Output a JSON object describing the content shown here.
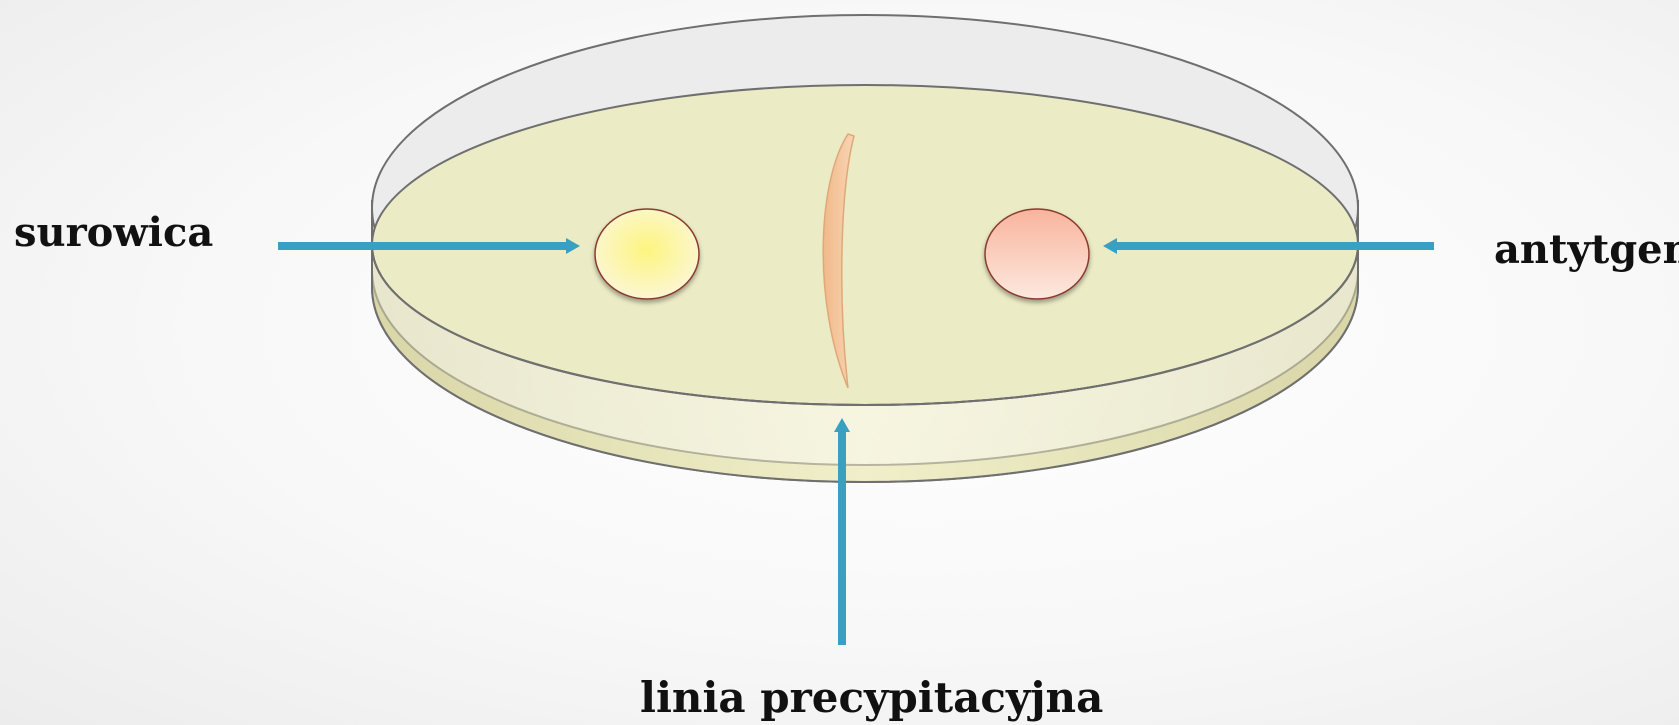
{
  "labels": {
    "serum": "surowica",
    "antigen": "antytgen",
    "precipitation_line": "linia precypitacyjna"
  },
  "colors": {
    "arrow": "#3aa0c2",
    "agar_top": "#ebebc5",
    "agar_side": "#dedcb0",
    "dish_rim": "#ececec",
    "serum_well": "#fbf5a6",
    "antigen_well": "#fbc4ad",
    "precipitate": "#f5c8a0"
  }
}
